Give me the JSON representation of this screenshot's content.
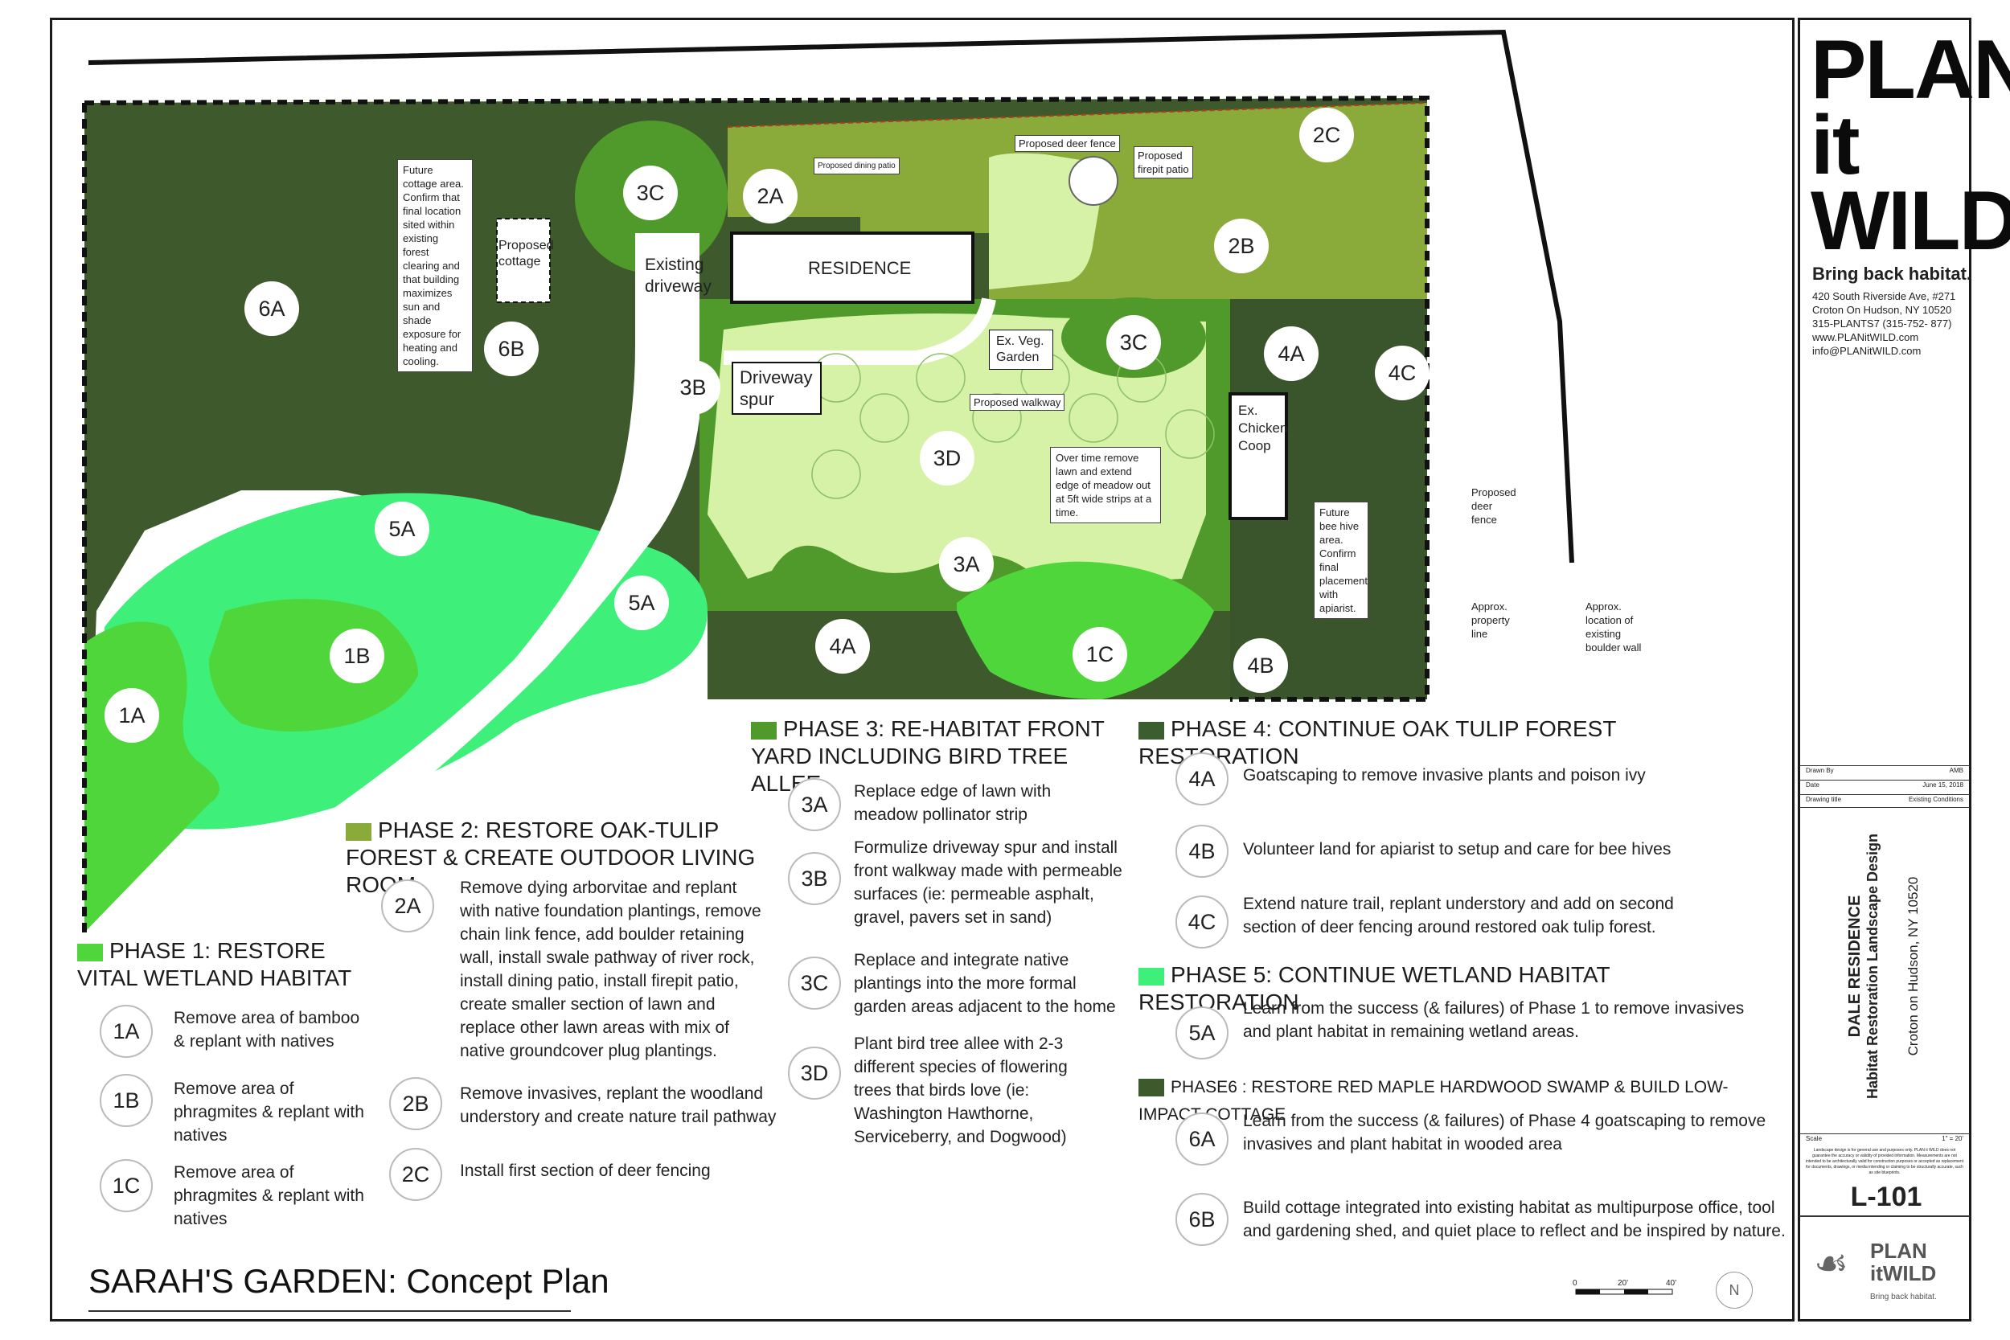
{
  "page_title": "SARAH'S GARDEN: Concept Plan",
  "firm": {
    "logo_lines": [
      "PLAN",
      "it",
      "WILD"
    ],
    "tagline": "Bring back habitat.",
    "address": [
      "420 South Riverside Ave, #271",
      "Croton On Hudson, NY 10520",
      "315-PLANTS7 (315-752-  877)",
      "www.PLANitWILD.com",
      "info@PLANitWILD.com"
    ],
    "small_logo": "PLAN itWILD",
    "small_tagline": "Bring back habitat."
  },
  "title_block": {
    "drawn_by_label": "Drawn By",
    "drawn_by": "AMB",
    "date_label": "Date",
    "date": "June 15, 2018",
    "drawing_title_label": "Drawing title",
    "drawing_title": "Existing Conditions",
    "project": "DALE RESIDENCE",
    "project_sub": "Habitat Restoration Landscape Design",
    "location": "Croton on Hudson, NY 10520",
    "scale_label": "Scale",
    "scale": "1\" = 20'",
    "disclaimer": "Landscape design is for general use and purposes only. PLAN it WILD does not guarantee the accuracy or validity of provided information. Measurements are not intended to be architecturally valid for construction purposes or accepted as replacement for documents, drawings, or media intending or claiming to be structurally accurate, such as site blueprints.",
    "sheet": "L-101"
  },
  "scale_bar": {
    "ticks": [
      "0",
      "20'",
      "40'"
    ]
  },
  "plan": {
    "zone_labels": [
      "6A",
      "6B",
      "3C",
      "2A",
      "2C",
      "2B",
      "3C",
      "4A",
      "4C",
      "3B",
      "3D",
      "5A",
      "5A",
      "3A",
      "1B",
      "1A",
      "4A",
      "1C",
      "4B"
    ],
    "residence": "RESIDENCE",
    "driveway": "Existing driveway",
    "driveway_spur": "Driveway spur",
    "veg_garden": "Ex. Veg. Garden",
    "chicken_coop": "Ex. Chicken Coop",
    "proposed_cottage": "Proposed cottage",
    "note_cottage": "Future cottage area. Confirm that final location sited within existing forest clearing and that building maximizes sun and shade exposure for heating and cooling.",
    "note_bee": "Future bee hive area. Confirm final placement with apiarist.",
    "note_meadow": "Over time remove lawn and extend edge of meadow out at 5ft wide strips at a time.",
    "callouts": {
      "deer_fence_top": "Proposed deer fence",
      "dining_patio": "Proposed dining patio",
      "firepit_patio": "Proposed firepit patio",
      "walkway": "Proposed walkway",
      "deer_fence_right": "Proposed deer fence",
      "property_line": "Approx. property line",
      "boulder_wall": "Approx. location of existing boulder wall"
    }
  },
  "colors": {
    "phase1": "#4fd63a",
    "phase2": "#8aaa3a",
    "phase3": "#4f9a2a",
    "phase4": "#3b5e2e",
    "phase5": "#3ef07a",
    "phase6": "#3c5a2c",
    "lawn": "#d6f2a6",
    "forest": "#3e5a2c"
  },
  "legend": {
    "phase1": {
      "title": "PHASE 1: RESTORE VITAL WETLAND HABITAT",
      "items": [
        {
          "code": "1A",
          "text": "Remove area of bamboo & replant with natives"
        },
        {
          "code": "1B",
          "text": "Remove area of phragmites & replant with natives"
        },
        {
          "code": "1C",
          "text": "Remove area of phragmites & replant with natives"
        }
      ]
    },
    "phase2": {
      "title": "PHASE 2: RESTORE OAK-TULIP FOREST & CREATE OUTDOOR LIVING ROOM",
      "items": [
        {
          "code": "2A",
          "text": "Remove dying arborvitae and replant with native foundation plantings, remove chain link fence, add boulder retaining wall, install swale pathway of river rock, install dining patio, install firepit patio, create smaller section of lawn and replace other lawn areas with mix of native groundcover plug plantings."
        },
        {
          "code": "2B",
          "text": "Remove invasives, replant the woodland understory and create nature trail pathway"
        },
        {
          "code": "2C",
          "text": "Install first section of deer fencing"
        }
      ]
    },
    "phase3": {
      "title": "PHASE 3: RE-HABITAT FRONT YARD INCLUDING BIRD TREE ALLEE",
      "items": [
        {
          "code": "3A",
          "text": "Replace edge of lawn with meadow pollinator strip"
        },
        {
          "code": "3B",
          "text": "Formulize driveway spur and install front walkway made with permeable surfaces (ie: permeable asphalt, gravel, pavers set in sand)"
        },
        {
          "code": "3C",
          "text": "Replace and integrate native plantings into the more formal garden areas adjacent to the home"
        },
        {
          "code": "3D",
          "text": "Plant bird tree allee with 2-3 different species of flowering trees that birds love (ie: Washington Hawthorne, Serviceberry, and Dogwood)"
        }
      ]
    },
    "phase4": {
      "title": "PHASE 4: CONTINUE OAK TULIP FOREST RESTORATION",
      "items": [
        {
          "code": "4A",
          "text": "Goatscaping to remove invasive plants and poison ivy"
        },
        {
          "code": "4B",
          "text": "Volunteer land for apiarist to setup and care for bee hives"
        },
        {
          "code": "4C",
          "text": "Extend nature trail, replant understory and add on second section of deer fencing around restored oak tulip forest."
        }
      ]
    },
    "phase5": {
      "title": "PHASE 5: CONTINUE WETLAND HABITAT RESTORATION",
      "items": [
        {
          "code": "5A",
          "text": "Learn from the success (& failures) of Phase 1 to remove invasives and plant habitat in remaining wetland areas."
        }
      ]
    },
    "phase6": {
      "title": "PHASE6 : RESTORE RED MAPLE HARDWOOD SWAMP & BUILD LOW-IMPACT COTTAGE",
      "items": [
        {
          "code": "6A",
          "text": "Learn from the success (& failures) of Phase 4 goatscaping to remove invasives and plant habitat in wooded area"
        },
        {
          "code": "6B",
          "text": "Build cottage integrated into existing habitat as multipurpose office, tool and gardening shed, and quiet place to reflect and be inspired by nature."
        }
      ]
    }
  }
}
